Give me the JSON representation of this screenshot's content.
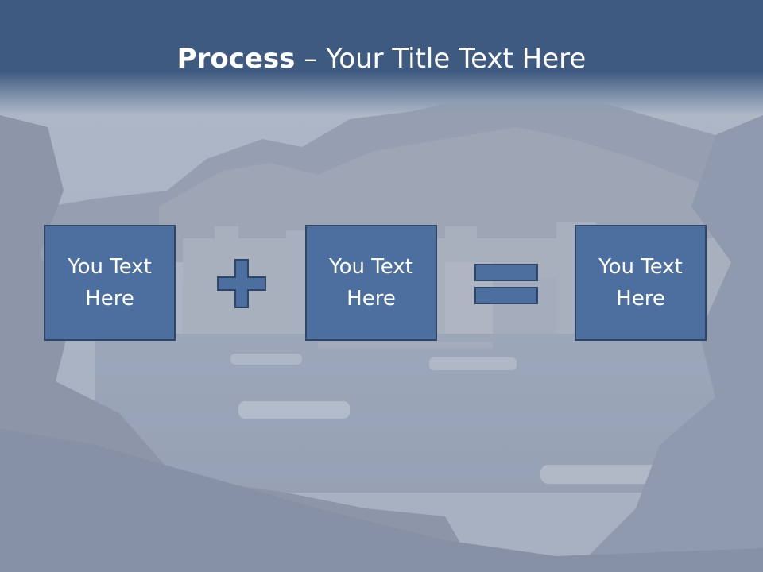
{
  "slide": {
    "title_bold": "Process",
    "title_separator": " – ",
    "title_rest": "Your Title Text Here"
  },
  "process": {
    "boxes": [
      {
        "text": "You Text\nHere"
      },
      {
        "text": "You Text\nHere"
      },
      {
        "text": "You Text\nHere"
      }
    ],
    "operators": [
      "plus-icon",
      "equals-icon"
    ]
  },
  "colors": {
    "title_band": "#3f5a80",
    "box_fill": "#4d6f9f",
    "box_border": "#2e4668",
    "text": "#ffffff"
  }
}
